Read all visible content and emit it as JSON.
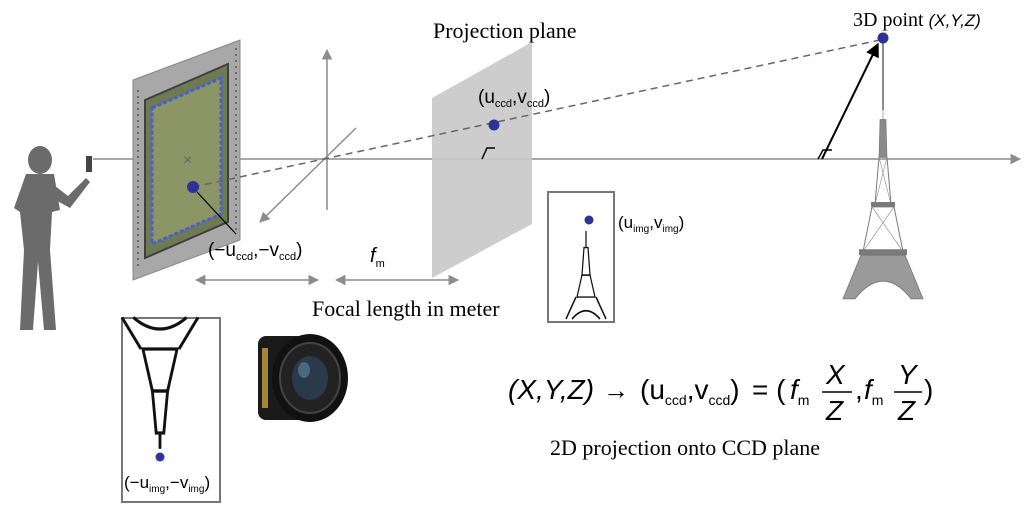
{
  "labels": {
    "projection_plane": "Projection plane",
    "point_3d_prefix": "3D point ",
    "point_3d_coords": "(X,Y,Z)",
    "ccd_point": "(u",
    "ccd_point_sub_u": "ccd",
    "ccd_point_mid": ",v",
    "ccd_point_sub_v": "ccd",
    "ccd_point_end": ")",
    "inverted_ccd_open": "(−u",
    "inverted_ccd_sub_u": "ccd",
    "inverted_ccd_mid": ",−v",
    "inverted_ccd_sub_v": "ccd",
    "inverted_ccd_end": ")",
    "img_open": "(u",
    "img_sub_u": "img",
    "img_mid": ",v",
    "img_sub_v": "img",
    "img_end": ")",
    "inv_img_open": "(−u",
    "inv_img_sub_u": "img",
    "inv_img_mid": ",−v",
    "inv_img_sub_v": "img",
    "inv_img_end": ")",
    "focal_symbol": "f",
    "focal_sub": "m",
    "focal_length_text": "Focal length in meter",
    "projection_caption": "2D projection onto CCD plane"
  },
  "equation": {
    "lhs": "(X,Y,Z)",
    "arrow": "→",
    "ccd_open": "(u",
    "ccd_sub_u": "ccd",
    "ccd_mid": ",v",
    "ccd_sub_v": "ccd",
    "ccd_close": ")",
    "equals": "= (",
    "f1": "f",
    "f1_sub": "m",
    "num_x": "X",
    "den_x": "Z",
    "comma": ",",
    "f2": "f",
    "f2_sub": "m",
    "num_y": "Y",
    "den_y": "Z",
    "close": ")"
  },
  "colors": {
    "point": "#2b3399",
    "plane": "#c8c8c8",
    "sensor_frame": "#a0a0a0",
    "sensor_inner": "#6e7a52",
    "sensor_grid": "#4a5fd0",
    "tower": "#8a8a8a",
    "person": "#6b6b6b",
    "axis": "#8c8c8c"
  },
  "icons": [
    "person-silhouette-icon",
    "eiffel-tower-icon",
    "ccd-sensor-icon",
    "camera-lens-icon"
  ]
}
